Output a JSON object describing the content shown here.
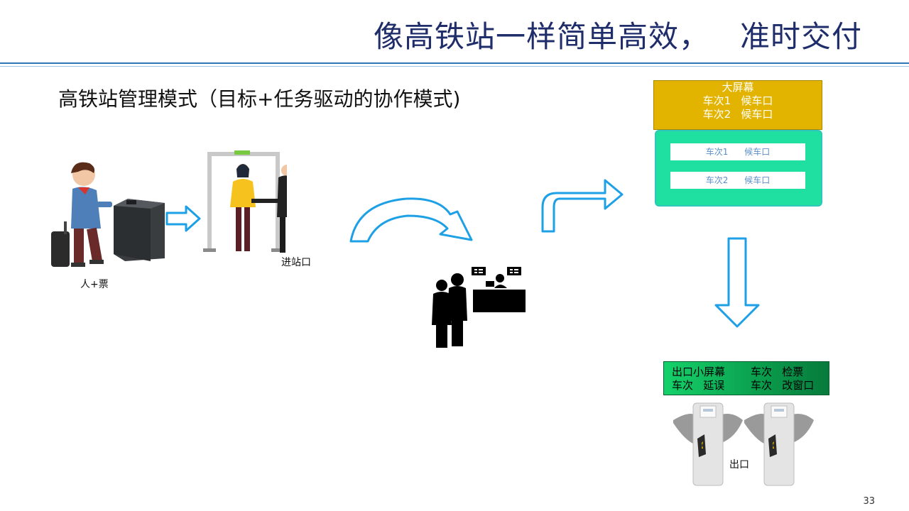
{
  "slide": {
    "title": "像高铁站一样简单高效，   准时交付",
    "subtitle": "高铁站管理模式（目标+任务驱动的协作模式)",
    "page_number": "33"
  },
  "labels": {
    "person_ticket": "人+票",
    "entrance": "进站口",
    "exit": "出口"
  },
  "big_screen": {
    "title": "大屏幕",
    "rows": [
      "车次1   候车口",
      "车次2   候车口"
    ]
  },
  "waiting_panel": {
    "rows": [
      "车次1      候车口",
      "车次2      候车口"
    ]
  },
  "exit_screen": {
    "left_line1": "出口小屏幕",
    "left_line2": "车次   延误",
    "right_line1": "车次   检票",
    "right_line2": "车次   改窗口"
  },
  "colors": {
    "title": "#1f2d6b",
    "arrow_stroke": "#1ea0e6",
    "big_screen": "#e2b400",
    "panel": "#1fe0a0",
    "exit_screen": "#0a9c4c"
  }
}
